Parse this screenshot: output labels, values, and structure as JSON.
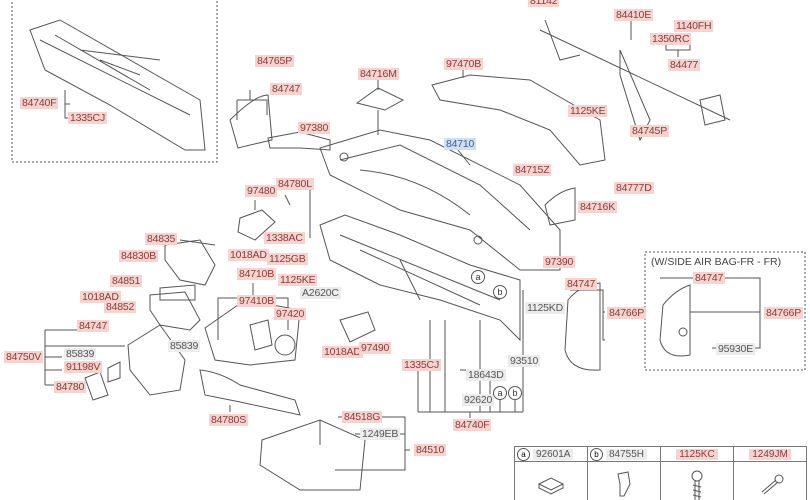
{
  "diagram": {
    "title": "Crash Pad (Instrument Panel) Parts Diagram",
    "inset_variant_note": "(W/SIDE AIR BAG-FR - FR)",
    "highlighted_part": "84710",
    "labels": {
      "l84740F_inset": "84740F",
      "l1335CJ_inset": "1335CJ",
      "l84765P": "84765P",
      "l84747_top": "84747",
      "l84716M": "84716M",
      "l97470B": "97470B",
      "l97380": "97380",
      "l84710": "84710",
      "l81142": "81142",
      "l84410E": "84410E",
      "l1140FH": "1140FH",
      "l1350RC": "1350RC",
      "l84477": "84477",
      "l1125KE_top": "1125KE",
      "l84745P": "84745P",
      "l84715Z": "84715Z",
      "l84777D": "84777D",
      "l84716K": "84716K",
      "l97480": "97480",
      "l84780L": "84780L",
      "l1338AC": "1338AC",
      "l1018AD_a": "1018AD",
      "l1125GB": "1125GB",
      "l84835": "84835",
      "l84830B": "84830B",
      "l84710B": "84710B",
      "l1125KE_mid": "1125KE",
      "l84851": "84851",
      "lA2620C": "A2620C",
      "l1018AD_b": "1018AD",
      "l84852": "84852",
      "l97410B": "97410B",
      "l97420": "97420",
      "l84747_left": "84747",
      "l84750V": "84750V",
      "l85839_a": "85839",
      "l85839_b": "85839",
      "l91198V": "91198V",
      "l84780": "84780",
      "l1018AD_c": "1018AD",
      "l97490": "97490",
      "l1335CJ_mid": "1335CJ",
      "l18643D": "18643D",
      "l92620": "92620",
      "l93510": "93510",
      "l84740F_mid": "84740F",
      "l97390": "97390",
      "l84747_right": "84747",
      "l1125KD": "1125KD",
      "l84766P": "84766P",
      "l84747_inset": "84747",
      "l84766P_inset": "84766P",
      "l95930E": "95930E",
      "l84780S": "84780S",
      "l84518G": "84518G",
      "l1249EB": "1249EB",
      "l84510": "84510"
    },
    "callouts": {
      "a": "a",
      "b": "b"
    },
    "legend_table": [
      {
        "tag": "a",
        "code": "92601A",
        "style": "gray"
      },
      {
        "tag": "b",
        "code": "84755H",
        "style": "gray"
      },
      {
        "tag": "",
        "code": "1125KC",
        "style": "red"
      },
      {
        "tag": "",
        "code": "1249JM",
        "style": "red"
      }
    ],
    "colors": {
      "label_red_bg": "#f6d3cf",
      "label_blue_bg": "#cfe0f5",
      "label_gray_bg": "#ececec",
      "line": "#555555"
    }
  }
}
